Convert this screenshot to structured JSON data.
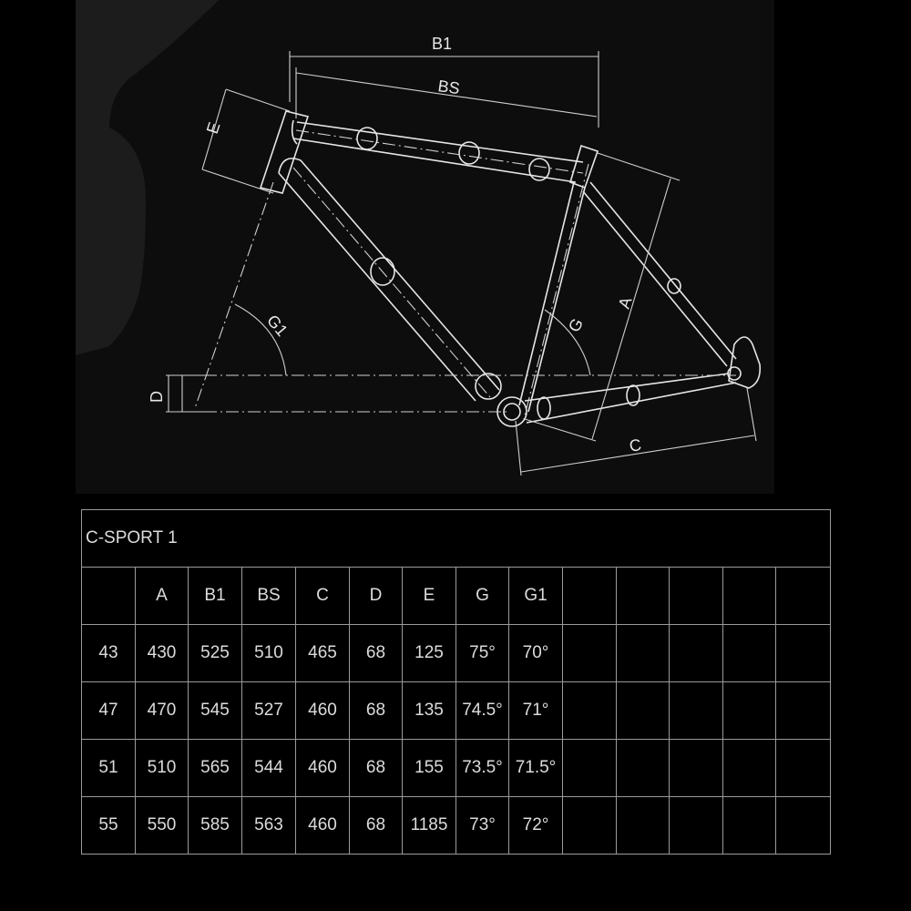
{
  "diagram": {
    "labels": {
      "b1": "B1",
      "bs": "BS",
      "e": "E",
      "a": "A",
      "g": "G",
      "g1": "G1",
      "d": "D",
      "c": "C"
    }
  },
  "table": {
    "title": "C-SPORT 1",
    "header": [
      "",
      "A",
      "B1",
      "BS",
      "C",
      "D",
      "E",
      "G",
      "G1"
    ],
    "rows": [
      [
        "43",
        "430",
        "525",
        "510",
        "465",
        "68",
        "125",
        "75°",
        "70°"
      ],
      [
        "47",
        "470",
        "545",
        "527",
        "460",
        "68",
        "135",
        "74.5°",
        "71°"
      ],
      [
        "51",
        "510",
        "565",
        "544",
        "460",
        "68",
        "155",
        "73.5°",
        "71.5°"
      ],
      [
        "55",
        "550",
        "585",
        "563",
        "460",
        "68",
        "1185",
        "73°",
        "72°"
      ]
    ]
  }
}
